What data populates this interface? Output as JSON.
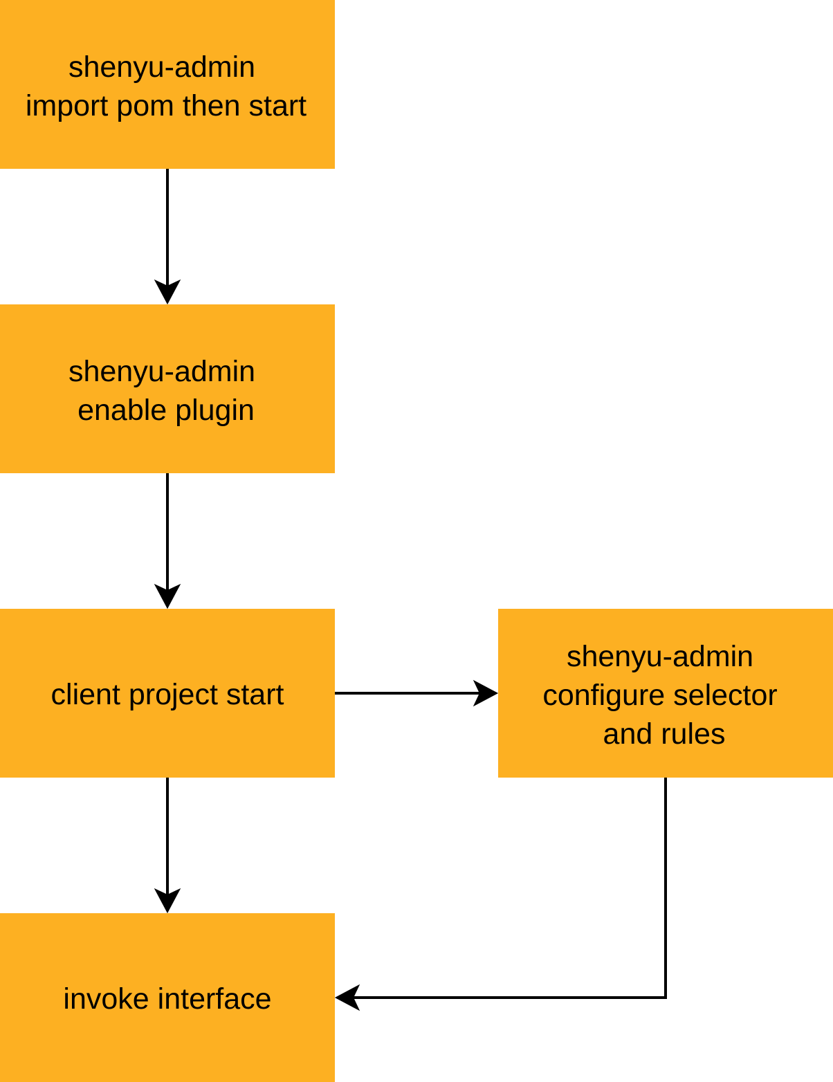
{
  "colors": {
    "node_fill": "#FDB022",
    "text": "#000000",
    "edge": "#000000",
    "background": "#FFFFFF"
  },
  "nodes": [
    {
      "id": "import-pom",
      "lines": [
        "shenyu-admin",
        "import pom then start"
      ]
    },
    {
      "id": "enable-plugin",
      "lines": [
        "shenyu-admin",
        "enable plugin"
      ]
    },
    {
      "id": "client-start",
      "lines": [
        "client project start"
      ]
    },
    {
      "id": "configure-selector",
      "lines": [
        "shenyu-admin",
        "configure selector",
        "and rules"
      ]
    },
    {
      "id": "invoke-interface",
      "lines": [
        "invoke interface"
      ]
    }
  ],
  "edges": [
    {
      "from": "import-pom",
      "to": "enable-plugin"
    },
    {
      "from": "enable-plugin",
      "to": "client-start"
    },
    {
      "from": "client-start",
      "to": "invoke-interface"
    },
    {
      "from": "client-start",
      "to": "configure-selector"
    },
    {
      "from": "configure-selector",
      "to": "invoke-interface"
    }
  ]
}
